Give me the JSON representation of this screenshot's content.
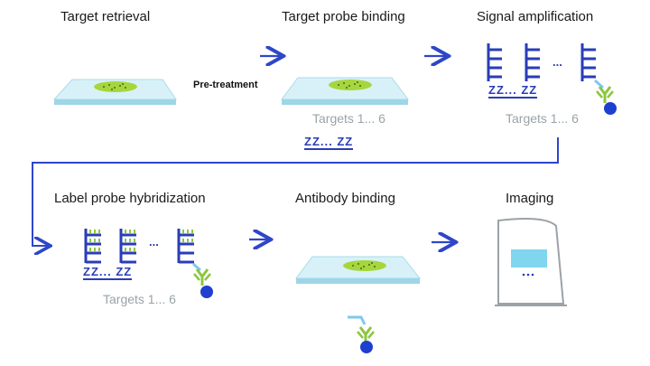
{
  "steps": {
    "target_retrieval": "Target retrieval",
    "target_probe_binding": "Target probe binding",
    "signal_amplification": "Signal amplification",
    "label_probe_hybridization": "Label probe hybridization",
    "antibody_binding": "Antibody binding",
    "imaging": "Imaging"
  },
  "pre_treatment": "Pre-treatment",
  "targets_label": "Targets 1... 6",
  "zz_label": "ZZ... ZZ",
  "ellipsis": "...",
  "colors": {
    "arrow": "#2e46c8",
    "probe": "#2a3db8",
    "tissue": "#a6d63c",
    "slide": "#bfe8f4",
    "antibody": "#8cc63f",
    "bead": "#1f3fd0",
    "screen": "#7fd6ee"
  }
}
